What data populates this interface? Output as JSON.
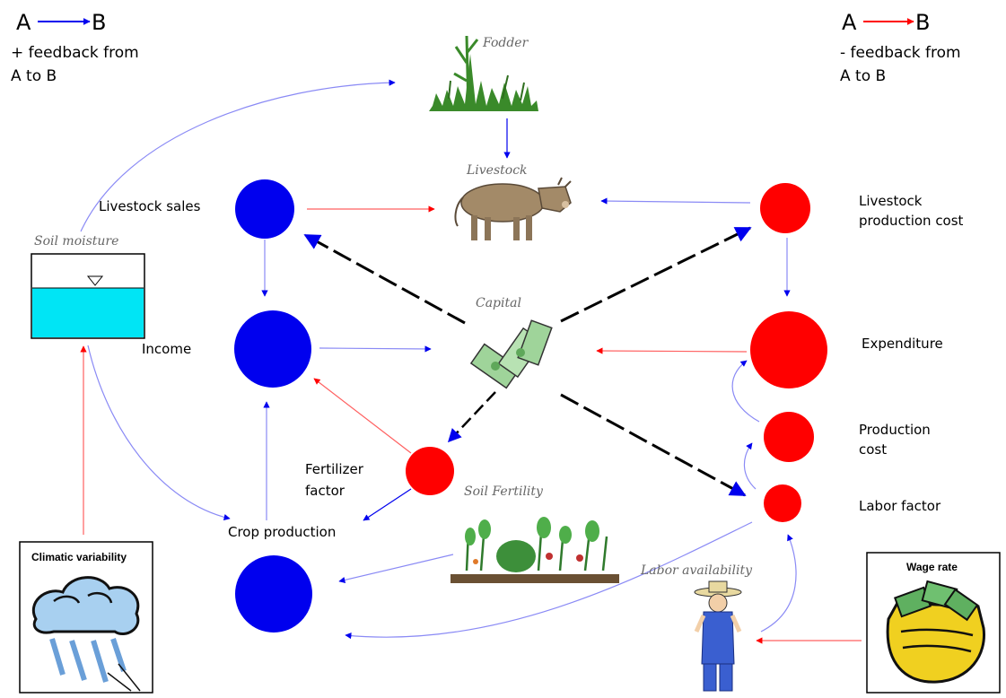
{
  "legend": {
    "positive": {
      "a": "A",
      "b": "B",
      "line1": "+ feedback from",
      "line2": "A to B",
      "color": "#0000ee"
    },
    "negative": {
      "a": "A",
      "b": "B",
      "line1": "- feedback from",
      "line2": "A to B",
      "color": "#ff0000"
    }
  },
  "nodes": {
    "livestock_sales": "Livestock sales",
    "income": "Income",
    "fertilizer_factor_1": "Fertilizer",
    "fertilizer_factor_2": "factor",
    "crop_production": "Crop production",
    "livestock_production_cost_1": "Livestock",
    "livestock_production_cost_2": "production cost",
    "expenditure": "Expenditure",
    "production_cost_1": "Production",
    "production_cost_2": "cost",
    "labor_factor": "Labor factor"
  },
  "pictures": {
    "fodder": "Fodder",
    "livestock": "Livestock",
    "soil_moisture": "Soil moisture",
    "capital": "Capital",
    "soil_fertility": "Soil Fertility",
    "labor_availability": "Labor availability",
    "climatic_variability": "Climatic variability",
    "wage_rate": "Wage rate"
  },
  "colors": {
    "positive_node": "#0000ee",
    "negative_node": "#ff0000",
    "positive_link": "#0000ee",
    "negative_link": "#ff0000",
    "capital_link": "#000000",
    "water": "#00e5f5"
  }
}
